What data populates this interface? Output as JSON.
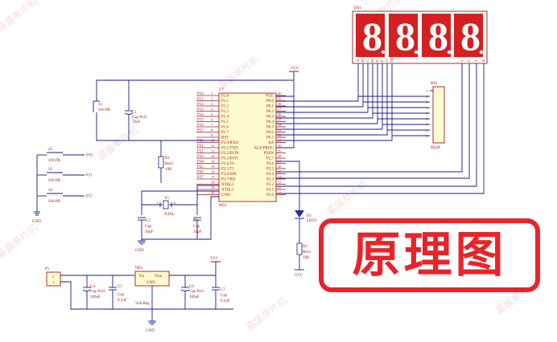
{
  "watermark_text": "嘉盛单片机",
  "badge_text": "原理图",
  "display": {
    "ref": "DS1",
    "digit_char": "8",
    "segment_pins": [
      "A",
      "B",
      "C",
      "D",
      "E",
      "F",
      "G",
      "DP"
    ],
    "common_pins": [
      "1",
      "2",
      "3",
      "4"
    ],
    "bg_color": "#d42020",
    "digit_color": "#ffffff"
  },
  "mcu": {
    "ref": "U7",
    "part": "8051",
    "left_pins": [
      {
        "net": "P10",
        "num": "1",
        "name": "P1.0"
      },
      {
        "net": "P11",
        "num": "2",
        "name": "P1.1"
      },
      {
        "net": "P12",
        "num": "3",
        "name": "P1.2"
      },
      {
        "net": "P13",
        "num": "4",
        "name": "P1.3"
      },
      {
        "net": "P14",
        "num": "5",
        "name": "P1.4"
      },
      {
        "net": "P15",
        "num": "6",
        "name": "P1.5"
      },
      {
        "net": "P16",
        "num": "7",
        "name": "P1.6"
      },
      {
        "net": "P17",
        "num": "8",
        "name": "P1.7"
      },
      {
        "net": "",
        "num": "9",
        "name": "RST"
      },
      {
        "net": "P30",
        "num": "10",
        "name": "P3.0/RXD"
      },
      {
        "net": "P31",
        "num": "11",
        "name": "P3.1/TXD"
      },
      {
        "net": "P32",
        "num": "12",
        "name": "P3.2/INT0"
      },
      {
        "net": "P33",
        "num": "13",
        "name": "P3.3/INT1"
      },
      {
        "net": "P34",
        "num": "14",
        "name": "P3.4/T0"
      },
      {
        "net": "P35",
        "num": "15",
        "name": "P3.5/T1"
      },
      {
        "net": "P36",
        "num": "16",
        "name": "P3.6/WR"
      },
      {
        "net": "P37",
        "num": "17",
        "name": "P3.7/RD"
      },
      {
        "net": "",
        "num": "18",
        "name": "XTAL2"
      },
      {
        "net": "",
        "num": "19",
        "name": "XTAL1"
      },
      {
        "net": "",
        "num": "20",
        "name": "GND"
      }
    ],
    "right_pins": [
      {
        "num": "40",
        "name": "VCC"
      },
      {
        "num": "39",
        "name": "P0.0"
      },
      {
        "num": "38",
        "name": "P0.1"
      },
      {
        "num": "37",
        "name": "P0.2"
      },
      {
        "num": "36",
        "name": "P0.3"
      },
      {
        "num": "35",
        "name": "P0.4"
      },
      {
        "num": "34",
        "name": "P0.5"
      },
      {
        "num": "33",
        "name": "P0.6"
      },
      {
        "num": "32",
        "name": "P0.7"
      },
      {
        "num": "31",
        "name": "EA"
      },
      {
        "num": "30",
        "name": "ALE/PROG"
      },
      {
        "num": "29",
        "name": "PSEN"
      },
      {
        "num": "28",
        "name": "P2.7"
      },
      {
        "num": "27",
        "name": "P2.6"
      },
      {
        "num": "26",
        "name": "P2.5"
      },
      {
        "num": "25",
        "name": "P2.4"
      },
      {
        "num": "24",
        "name": "P2.3"
      },
      {
        "num": "23",
        "name": "P2.2"
      },
      {
        "num": "22",
        "name": "P2.1"
      },
      {
        "num": "21",
        "name": "P2.0"
      }
    ]
  },
  "rp1": {
    "ref": "RP1",
    "part": "RESP",
    "pins": [
      "1",
      "2",
      "3",
      "4",
      "5",
      "6",
      "7",
      "8",
      "9"
    ]
  },
  "vcc_label": "VCC",
  "gnd_label": "GND",
  "reset": {
    "switch_ref": "S1",
    "switch_part": "SW-PB",
    "cap_ref": "C1",
    "cap_part": "Cap Pol1",
    "cap_value": "10uF",
    "res_ref": "R1",
    "res_part": "Res2",
    "res_value": "10K"
  },
  "keys": [
    {
      "ref": "S2",
      "part": "SW-PB",
      "net": "P10"
    },
    {
      "ref": "S3",
      "part": "SW-PB",
      "net": "P11"
    },
    {
      "ref": "S4",
      "part": "SW-PB",
      "net": "P12"
    }
  ],
  "crystal": {
    "ref": "Y1",
    "part": "XTAL",
    "pin1": "1",
    "pin2": "2",
    "c2_ref": "C2",
    "c2_part": "Cap",
    "c2_value": "30pF",
    "c3_ref": "C3",
    "c3_part": "Cap",
    "c3_value": "30pF"
  },
  "led": {
    "ref": "D1",
    "part": "LED3",
    "res_ref": "R2",
    "res_part": "Res2",
    "res_value": "10K"
  },
  "power": {
    "conn_ref": "P1",
    "conn_pin1": "1",
    "conn_pin2": "2",
    "reg_ref": "7805",
    "reg_in": "Vin",
    "reg_out": "Vout",
    "reg_gnd": "GND",
    "reg_label": "Volt Reg",
    "c4_ref": "C4",
    "c4_part": "Cap Pol1",
    "c4_value": "100uF",
    "c5_ref": "C5",
    "c5_part": "Cap",
    "c5_value": "0.1uF",
    "c6_ref": "C6",
    "c6_part": "Cap Pol1",
    "c6_value": "100uF",
    "c7_ref": "C7",
    "c7_part": "Cap",
    "c7_value": "0.1uF"
  }
}
